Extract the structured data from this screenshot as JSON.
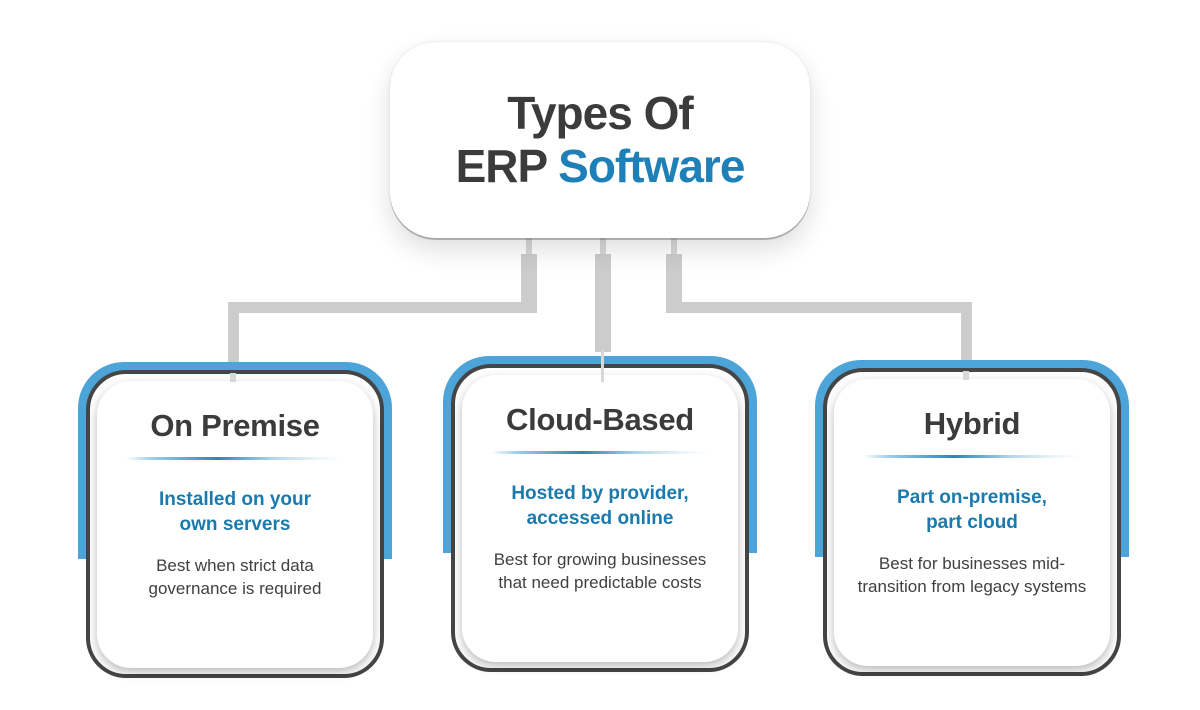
{
  "colors": {
    "frame-blue": "#4da4d9",
    "heading-accent": "#1f80b8",
    "text-blue": "#1a7aad",
    "text-dark": "#3b3b3b",
    "desc-gray": "#404040",
    "connector": "#cccccd",
    "frame-dark": "#454545",
    "card-bg": "#ffffff",
    "page-bg": "#ffffff"
  },
  "header": {
    "title_line1": "Types Of",
    "title_line2_dark": "ERP ",
    "title_line2_accent": "Software"
  },
  "cards": [
    {
      "title": "On Premise",
      "subtitle": "Installed on your\nown servers",
      "description": "Best when strict data\ngovernance is required"
    },
    {
      "title": "Cloud-Based",
      "subtitle": "Hosted by provider,\naccessed online",
      "description": "Best for growing businesses\nthat need predictable costs"
    },
    {
      "title": "Hybrid",
      "subtitle": "Part on-premise,\npart cloud",
      "description": "Best for businesses mid-\ntransition from legacy systems"
    }
  ]
}
